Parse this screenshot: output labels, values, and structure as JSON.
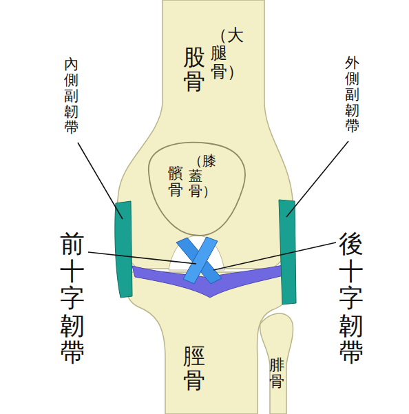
{
  "diagram": {
    "labels": [
      "內側副韌帶",
      "股骨",
      "（大腿骨）",
      "髕骨",
      "（膝蓋骨）",
      "外側副韌帶",
      "前十字韌帶",
      "後十字韌帶",
      "脛骨",
      "腓骨"
    ]
  }
}
